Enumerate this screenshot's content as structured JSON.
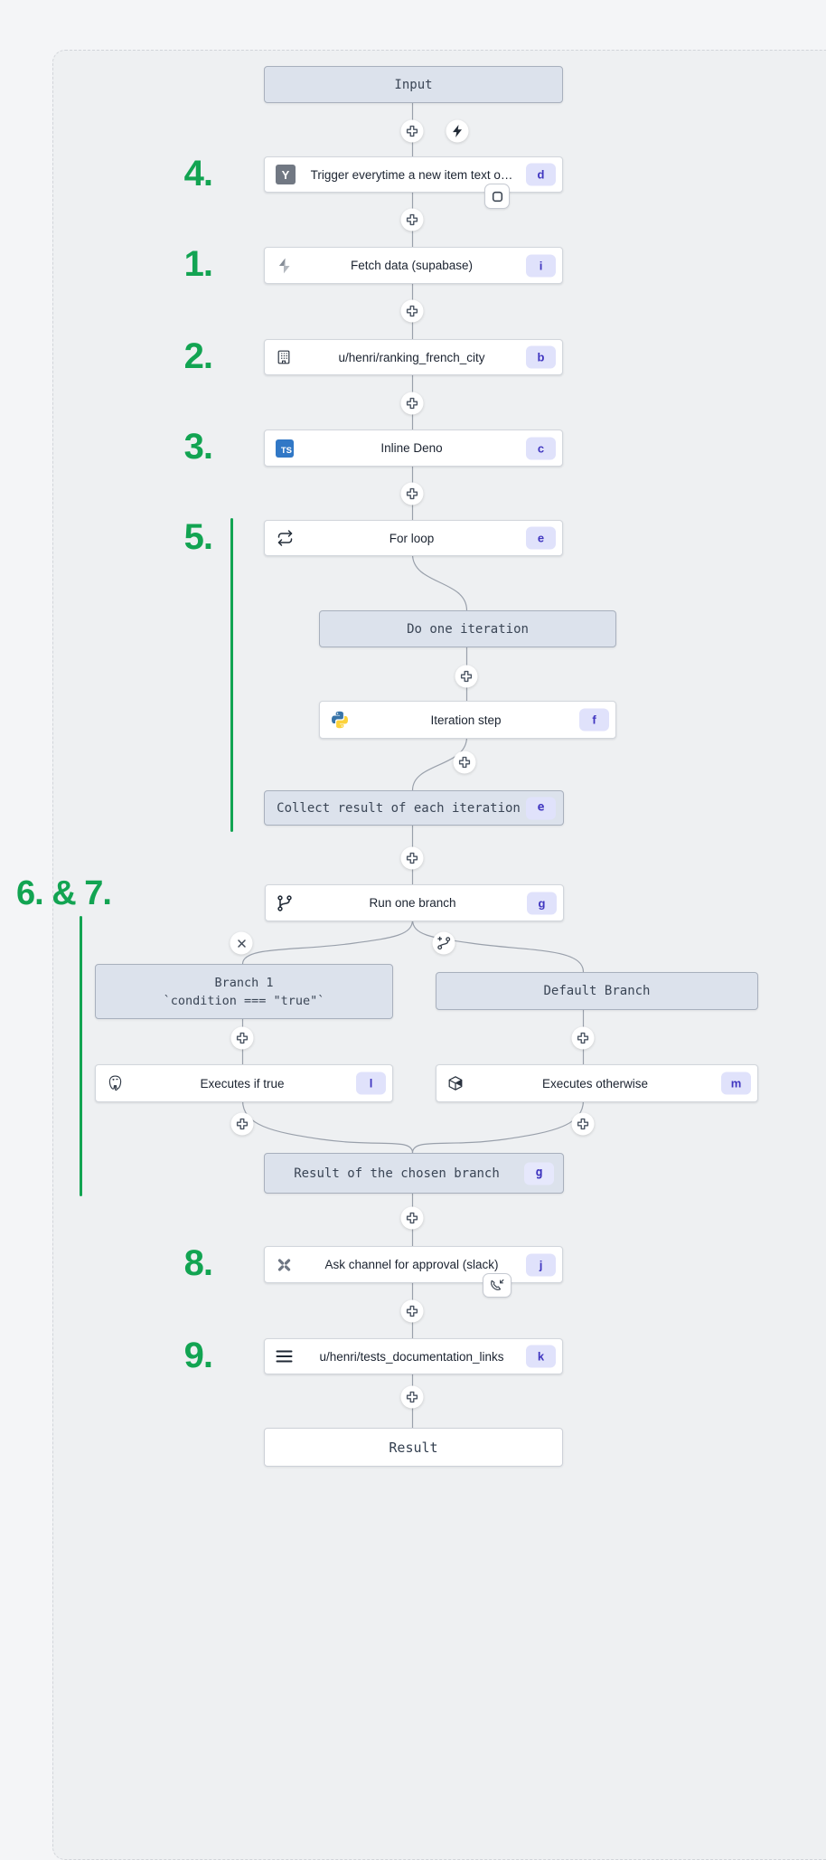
{
  "colors": {
    "annotation_green": "#12a452",
    "badge_bg": "#e0e2fb",
    "badge_text": "#4036c0",
    "typescript_blue": "#3178c6",
    "python_blue": "#3874a8",
    "python_yellow": "#fcd23b",
    "gray_box_bg": "#dce2ec",
    "canvas_bg": "#eef0f2"
  },
  "annotations": {
    "n4": "4.",
    "n1": "1.",
    "n2": "2.",
    "n3": "3.",
    "n5": "5.",
    "n67": "6. & 7.",
    "n8": "8.",
    "n9": "9."
  },
  "icons": [
    "plus-icon",
    "lightning-bolt-icon",
    "close-x-icon",
    "branch-add-icon",
    "suspend-square-icon",
    "phone-callback-icon",
    "y-combinator-icon",
    "supabase-bolt-icon",
    "building-icon",
    "typescript-icon",
    "loop-icon",
    "python-icon",
    "git-branch-icon",
    "postgresql-icon",
    "cube-icon",
    "slack-icon",
    "menu-icon"
  ],
  "nodes": {
    "input": {
      "label": "Input"
    },
    "trigger": {
      "label": "Trigger everytime a new item text o…",
      "badge": "d",
      "icon": "y-combinator-icon",
      "icon_text": "Y"
    },
    "fetch": {
      "label": "Fetch data (supabase)",
      "badge": "i",
      "icon": "supabase-bolt-icon"
    },
    "ranking": {
      "label": "u/henri/ranking_french_city",
      "badge": "b",
      "icon": "building-icon"
    },
    "inline_deno": {
      "label": "Inline Deno",
      "badge": "c",
      "icon": "typescript-icon",
      "icon_text": "TS"
    },
    "for_loop": {
      "label": "For loop",
      "badge": "e",
      "icon": "loop-icon"
    },
    "do_iteration": {
      "label": "Do one iteration"
    },
    "iteration_step": {
      "label": "Iteration step",
      "badge": "f",
      "icon": "python-icon"
    },
    "collect": {
      "label": "Collect result of each iteration",
      "badge": "e"
    },
    "run_branch": {
      "label": "Run one branch",
      "badge": "g",
      "icon": "git-branch-icon"
    },
    "branch1": {
      "title": "Branch 1",
      "condition": "`condition === \"true\"`"
    },
    "default_branch": {
      "label": "Default Branch"
    },
    "exec_true": {
      "label": "Executes if true",
      "badge": "l",
      "icon": "postgresql-icon"
    },
    "exec_otherwise": {
      "label": "Executes otherwise",
      "badge": "m",
      "icon": "cube-icon"
    },
    "chosen_result": {
      "label": "Result of the chosen branch",
      "badge": "g"
    },
    "ask_approval": {
      "label": "Ask channel for approval (slack)",
      "badge": "j",
      "icon": "slack-icon"
    },
    "docs_links": {
      "label": "u/henri/tests_documentation_links",
      "badge": "k",
      "icon": "menu-icon"
    },
    "result": {
      "label": "Result"
    }
  }
}
